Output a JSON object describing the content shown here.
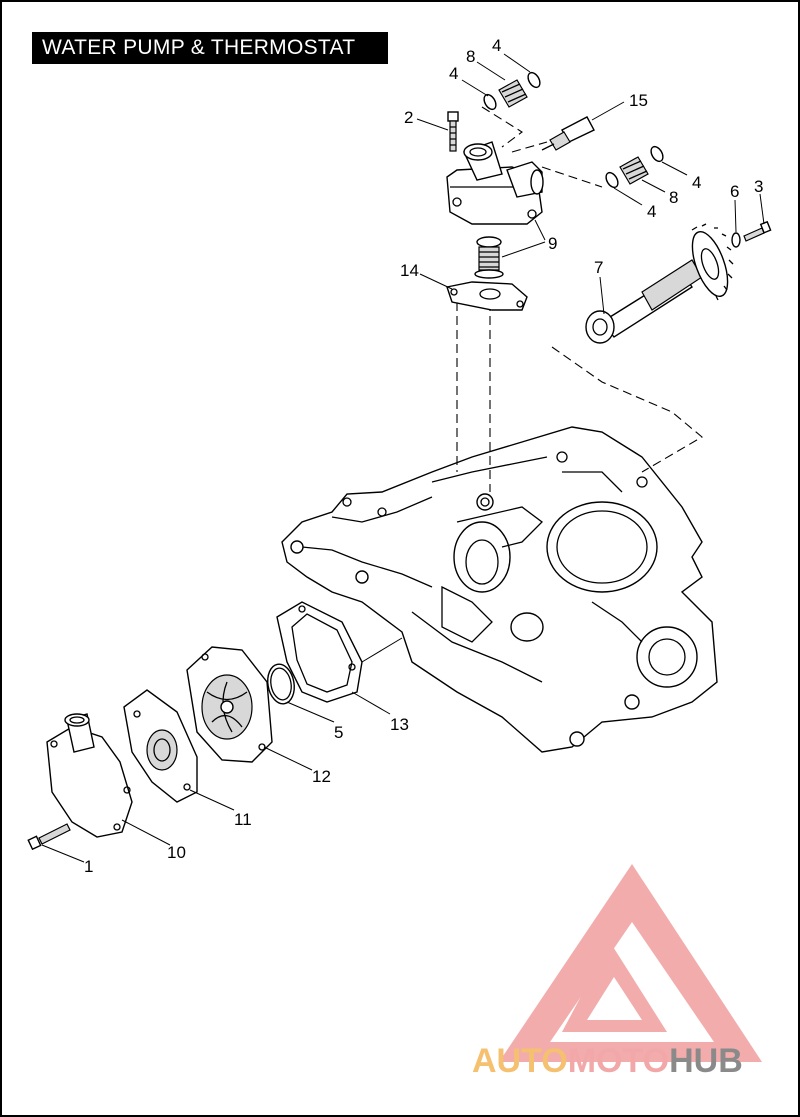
{
  "title": "WATER PUMP & THERMOSTAT",
  "callouts": {
    "c1": "1",
    "c2": "2",
    "c3": "3",
    "c4a": "4",
    "c4b": "4",
    "c4c": "4",
    "c4d": "4",
    "c5": "5",
    "c6": "6",
    "c7": "7",
    "c8a": "8",
    "c8b": "8",
    "c9": "9",
    "c10": "10",
    "c11": "11",
    "c12": "12",
    "c13": "13",
    "c14": "14",
    "c15": "15"
  },
  "watermark": {
    "part1": "AUTO",
    "part2": "MOTO",
    "part3": "HUB",
    "color_primary": "#f0a0a0",
    "color_accent": "#f5c070",
    "color_dark": "#8a8a8a"
  }
}
